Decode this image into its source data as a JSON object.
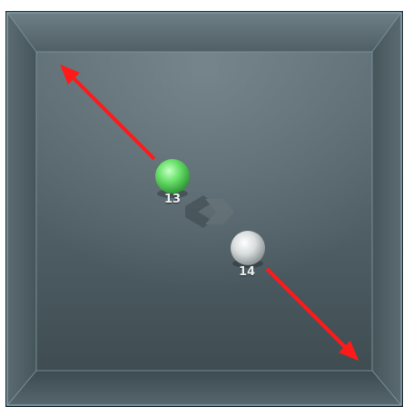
{
  "scene": {
    "background_color": "#1f272b",
    "wall_color": "#5a6a70",
    "floor_color": "#4a595f",
    "edge_glow_color": "#8fb0bc"
  },
  "players": [
    {
      "id": "player-13",
      "number": "13",
      "color": "#6ee36e",
      "direction": "up-left"
    },
    {
      "id": "player-14",
      "number": "14",
      "color": "#d9dddd",
      "direction": "down-right"
    }
  ],
  "arrow_color": "#ff1a1a",
  "center_logo": "arrow-logo-icon"
}
